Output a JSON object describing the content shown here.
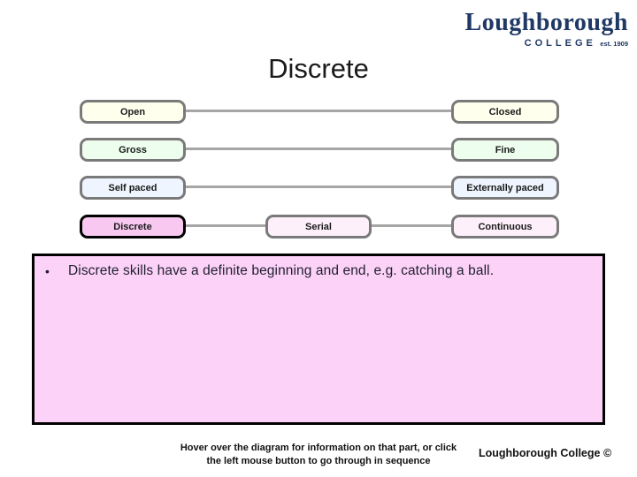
{
  "logo": {
    "name": "Loughborough",
    "college": "COLLEGE",
    "est": "est. 1909"
  },
  "title": "Discrete",
  "diagram": {
    "row1": {
      "left": "Open",
      "right": "Closed"
    },
    "row2": {
      "left": "Gross",
      "right": "Fine"
    },
    "row3": {
      "left": "Self paced",
      "right": "Externally paced"
    },
    "row4": {
      "left": "Discrete",
      "middle": "Serial",
      "right": "Continuous"
    }
  },
  "info_box": {
    "bullet": "•",
    "text": "Discrete skills have a definite beginning and end, e.g. catching a ball."
  },
  "footer": {
    "instruction_line1": "Hover over the diagram for information on that part, or click",
    "instruction_line2": "the left mouse button to go through in sequence",
    "credit": "Loughborough College ©"
  },
  "colors": {
    "logo_navy": "#1F3864",
    "row1_fill": "#FFFFEE",
    "row2_fill": "#EEFEEE",
    "row3_fill": "#EEF5FE",
    "row4_fill": "#FDF0FA",
    "highlight_fill": "#F8C8F1",
    "info_box_fill": "#FCD2F9",
    "box_border": "#7a7a7a",
    "highlight_border": "#000000",
    "connector": "#A6A6A6"
  }
}
